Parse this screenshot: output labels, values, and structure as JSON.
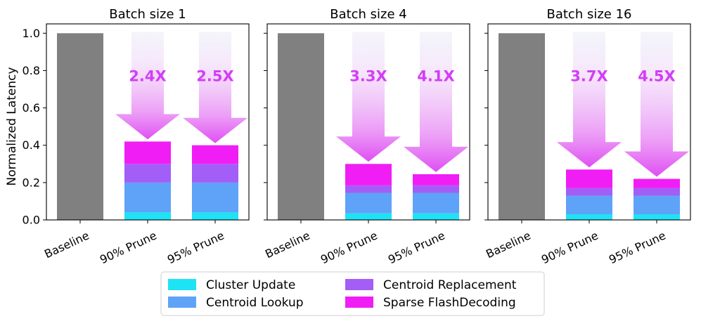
{
  "chart_data": {
    "type": "bar",
    "stacked": true,
    "ylabel": "Normalized Latency",
    "ylim": [
      0,
      1.05
    ],
    "yticks": [
      "0.0",
      "0.2",
      "0.4",
      "0.6",
      "0.8",
      "1.0"
    ],
    "ytick_values": [
      0.0,
      0.2,
      0.4,
      0.6,
      0.8,
      1.0
    ],
    "colors": {
      "baseline": "#808080",
      "Cluster Update": "#1ee3f5",
      "Centroid Lookup": "#5ea3f7",
      "Centroid Replacement": "#a25ef6",
      "Sparse FlashDecoding": "#f01ef4",
      "speedup": "#d23ef6"
    },
    "legend": {
      "position": "bottom-center",
      "entries": [
        "Cluster Update",
        "Centroid Lookup",
        "Centroid Replacement",
        "Sparse FlashDecoding"
      ]
    },
    "panels": [
      {
        "title": "Batch size 1",
        "categories": [
          "Baseline",
          "90% Prune",
          "95% Prune"
        ],
        "baseline": 1.0,
        "stacks": [
          {
            "Cluster Update": 0.04,
            "Centroid Lookup": 0.16,
            "Centroid Replacement": 0.1,
            "Sparse FlashDecoding": 0.12
          },
          {
            "Cluster Update": 0.04,
            "Centroid Lookup": 0.16,
            "Centroid Replacement": 0.1,
            "Sparse FlashDecoding": 0.1
          }
        ],
        "speedups": [
          "2.4X",
          "2.5X"
        ]
      },
      {
        "title": "Batch size 4",
        "categories": [
          "Baseline",
          "90% Prune",
          "95% Prune"
        ],
        "baseline": 1.0,
        "stacks": [
          {
            "Cluster Update": 0.035,
            "Centroid Lookup": 0.11,
            "Centroid Replacement": 0.04,
            "Sparse FlashDecoding": 0.115
          },
          {
            "Cluster Update": 0.035,
            "Centroid Lookup": 0.11,
            "Centroid Replacement": 0.04,
            "Sparse FlashDecoding": 0.06
          }
        ],
        "speedups": [
          "3.3X",
          "4.1X"
        ]
      },
      {
        "title": "Batch size 16",
        "categories": [
          "Baseline",
          "90% Prune",
          "95% Prune"
        ],
        "baseline": 1.0,
        "stacks": [
          {
            "Cluster Update": 0.03,
            "Centroid Lookup": 0.1,
            "Centroid Replacement": 0.04,
            "Sparse FlashDecoding": 0.1
          },
          {
            "Cluster Update": 0.03,
            "Centroid Lookup": 0.1,
            "Centroid Replacement": 0.04,
            "Sparse FlashDecoding": 0.05
          }
        ],
        "speedups": [
          "3.7X",
          "4.5X"
        ]
      }
    ]
  }
}
